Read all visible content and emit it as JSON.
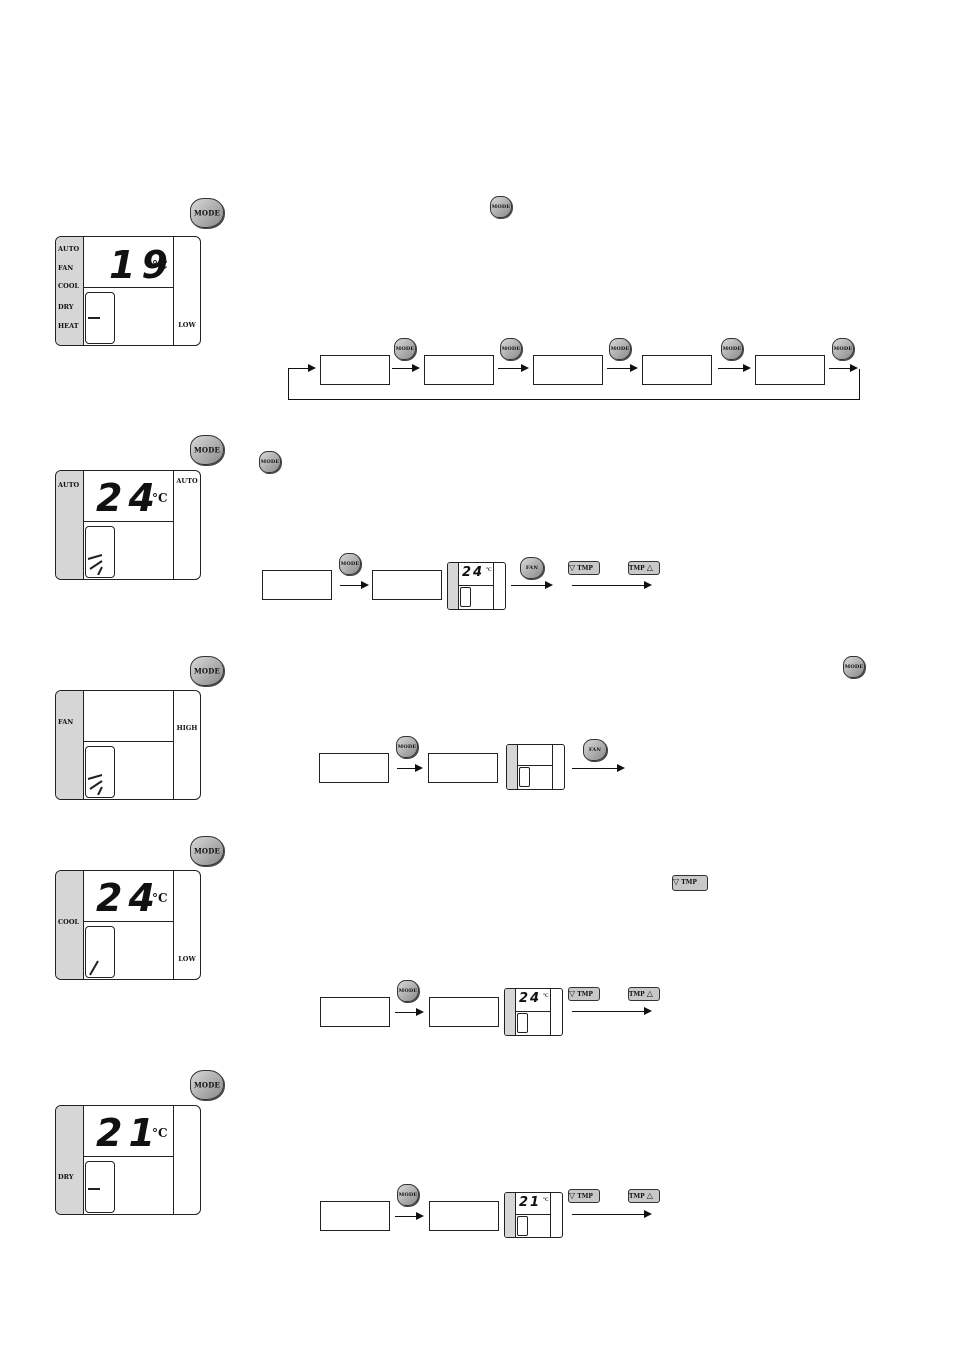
{
  "buttons": {
    "mode": "MODE",
    "mode_small": "MODE",
    "fan": "FAN",
    "tmp": "TMP"
  },
  "panel1": {
    "modes": [
      "AUTO",
      "FAN",
      "COOL",
      "DRY",
      "HEAT"
    ],
    "temp": "19",
    "unit": "°C",
    "fan": "LOW"
  },
  "panel2": {
    "mode": "AUTO",
    "temp": "24",
    "unit": "°C",
    "fan": "AUTO"
  },
  "panel3": {
    "mode": "FAN",
    "fan": "HIGH"
  },
  "panel4": {
    "mode": "COOL",
    "temp": "24",
    "unit": "°C",
    "fan": "LOW"
  },
  "panel5": {
    "mode": "DRY",
    "temp": "21",
    "unit": "°C"
  },
  "mini": {
    "temp2": "24",
    "temp4": "24",
    "temp5": "21",
    "unit": "°C"
  }
}
